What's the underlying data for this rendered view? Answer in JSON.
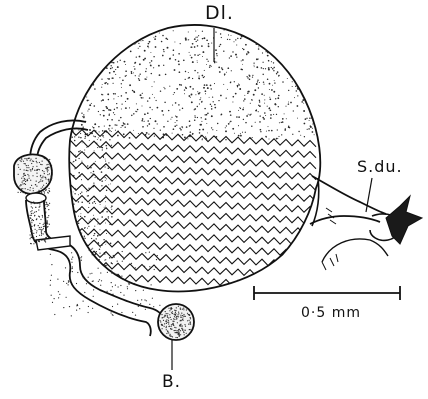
{
  "labels": {
    "dl": "Dl.",
    "sdu": "S.du.",
    "b": "B."
  },
  "scale_bar": {
    "label": "0·5 mm"
  },
  "colors": {
    "ink": "#111111",
    "stipple": "#2a2a2a",
    "paper": "#ffffff"
  }
}
